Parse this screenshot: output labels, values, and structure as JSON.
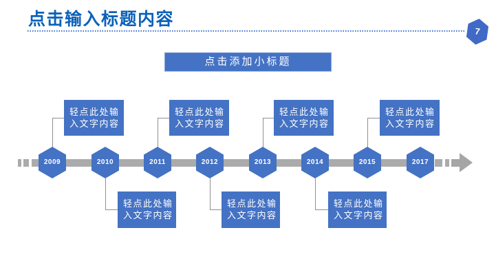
{
  "header": {
    "title": "点击输入标题内容",
    "page_number": "7"
  },
  "subtitle": {
    "label": "点击添加小标题"
  },
  "timeline": {
    "items": [
      {
        "year": "2009",
        "label": "轻点此处输入文字内容",
        "box": "top"
      },
      {
        "year": "2010",
        "label": "轻点此处输入文字内容",
        "box": "bottom"
      },
      {
        "year": "2011",
        "label": "轻点此处输入文字内容",
        "box": "top"
      },
      {
        "year": "2012",
        "label": "轻点此处输入文字内容",
        "box": "bottom"
      },
      {
        "year": "2013",
        "label": "轻点此处输入文字内容",
        "box": "top"
      },
      {
        "year": "2014",
        "label": "轻点此处输入文字内容",
        "box": "bottom"
      },
      {
        "year": "2015",
        "label": "轻点此处输入文字内容",
        "box": "top"
      },
      {
        "year": "2017",
        "label": "",
        "box": "none"
      }
    ]
  },
  "colors": {
    "accent_blue": "#4472c4",
    "title_blue": "#0b61ba",
    "timeline_gray": "#ababab",
    "connector_gray": "#8f8f8f"
  }
}
